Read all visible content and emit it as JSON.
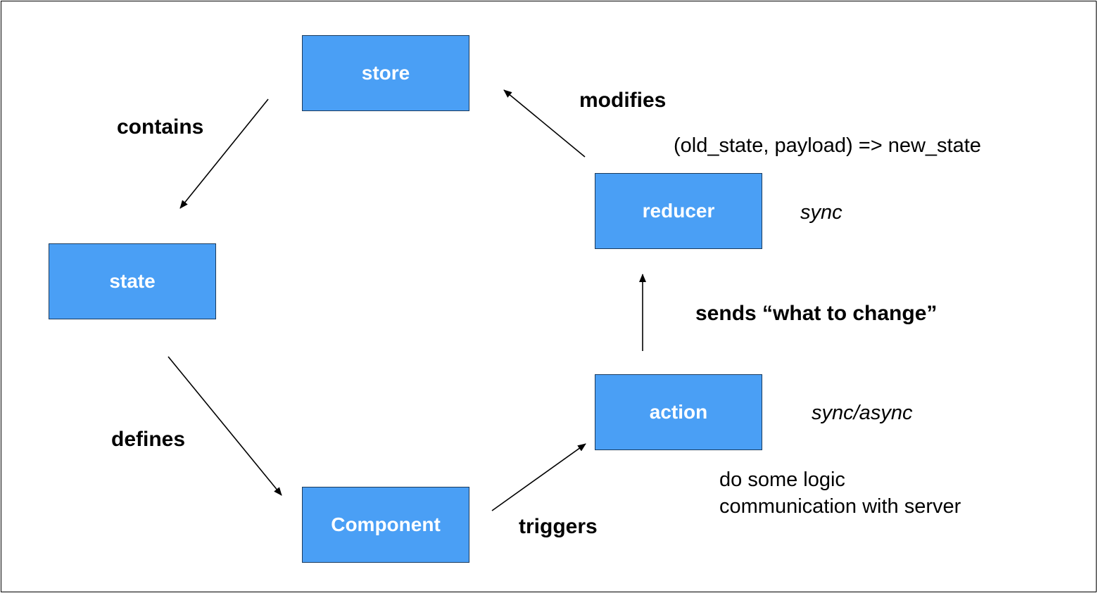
{
  "colors": {
    "node_fill": "#4a9ff5",
    "node_text": "#ffffff",
    "arrow": "#000000",
    "text": "#000000"
  },
  "nodes": {
    "store": "store",
    "state": "state",
    "component": "Component",
    "action": "action",
    "reducer": "reducer"
  },
  "edges": {
    "contains": "contains",
    "defines": "defines",
    "triggers": "triggers",
    "sends": "sends “what to change”",
    "modifies": "modifies"
  },
  "annotations": {
    "reducer_signature": "(old_state, payload) => new_state",
    "reducer_mode": "sync",
    "action_mode": "sync/async",
    "action_note_line1": "do some logic",
    "action_note_line2": "communication with server"
  }
}
